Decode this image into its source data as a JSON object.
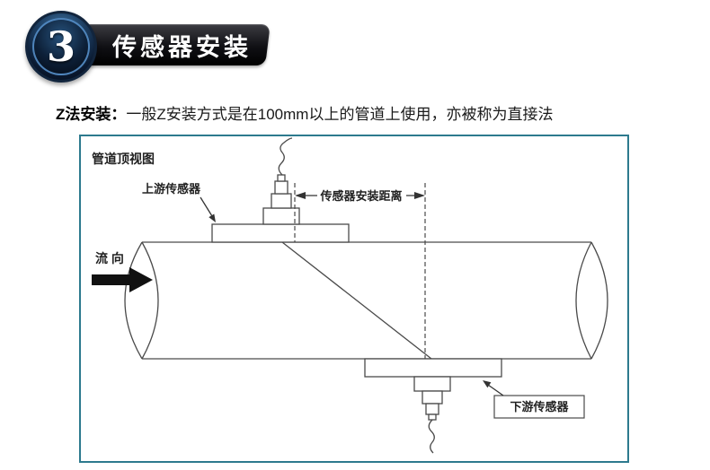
{
  "header": {
    "step_number": "3",
    "title": "传感器安装"
  },
  "intro": {
    "bold_label": "Z法安装：",
    "text": "一般Z安装方式是在100mm以上的管道上使用，亦被称为直接法"
  },
  "diagram": {
    "view_title": "管道顶视图",
    "upstream_sensor_label": "上游传感器",
    "distance_label": "传感器安装距离",
    "flow_label": "流 向",
    "downstream_sensor_label": "下游传感器"
  },
  "colors": {
    "diagram_border": "#2d7a8e",
    "badge_blue": "#2b6ca8",
    "banner_dark": "#0c0c10",
    "drawing_line": "#4a4a4a"
  }
}
